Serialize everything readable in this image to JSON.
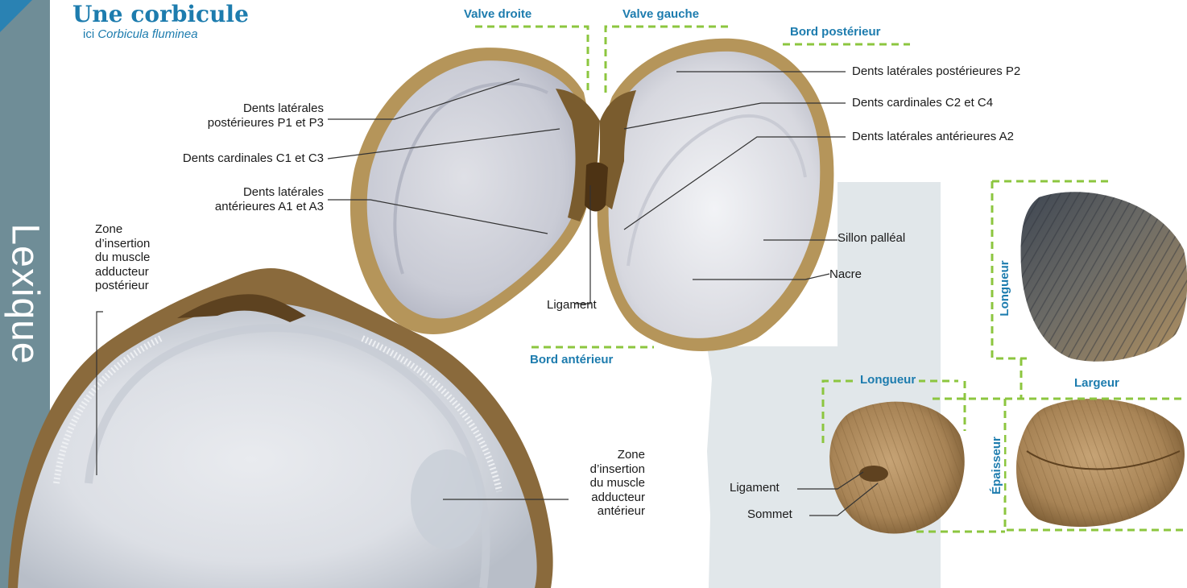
{
  "sidebar": {
    "label": "Lexique"
  },
  "header": {
    "title": "Une corbicule",
    "subtitle_prefix": "ici ",
    "subtitle_species": "Corbicula fluminea"
  },
  "orientation": {
    "valve_droite": "Valve droite",
    "valve_gauche": "Valve gauche",
    "bord_posterieur": "Bord postérieur",
    "bord_anterieur": "Bord antérieur"
  },
  "labels": {
    "p1p3_line1": "Dents latérales",
    "p1p3_line2": "postérieures P1 et P3",
    "c1c3": "Dents cardinales C1 et C3",
    "a1a3_line1": "Dents latérales",
    "a1a3_line2": "antérieures A1 et A3",
    "ligament_center": "Ligament",
    "p2": "Dents latérales postérieures P2",
    "c2c4": "Dents cardinales C2 et C4",
    "a2": "Dents latérales antérieures A2",
    "sillon": "Sillon palléal",
    "nacre": "Nacre",
    "muscle_post": [
      "Zone",
      "d’insertion",
      "du muscle",
      "adducteur",
      "postérieur"
    ],
    "muscle_ant": [
      "Zone",
      "d’insertion",
      "du muscle",
      "adducteur",
      "antérieur"
    ]
  },
  "dimensions": {
    "longueur_right": "Longueur",
    "longueur_bottom": "Longueur",
    "largeur": "Largeur",
    "epaisseur": "Épaisseur",
    "ligament": "Ligament",
    "sommet": "Sommet"
  },
  "colors": {
    "accent_blue": "#1d7cae",
    "dash_green": "#8cc63f",
    "sidebar": "#6f8d97",
    "panel_grey": "#e1e7ea"
  }
}
